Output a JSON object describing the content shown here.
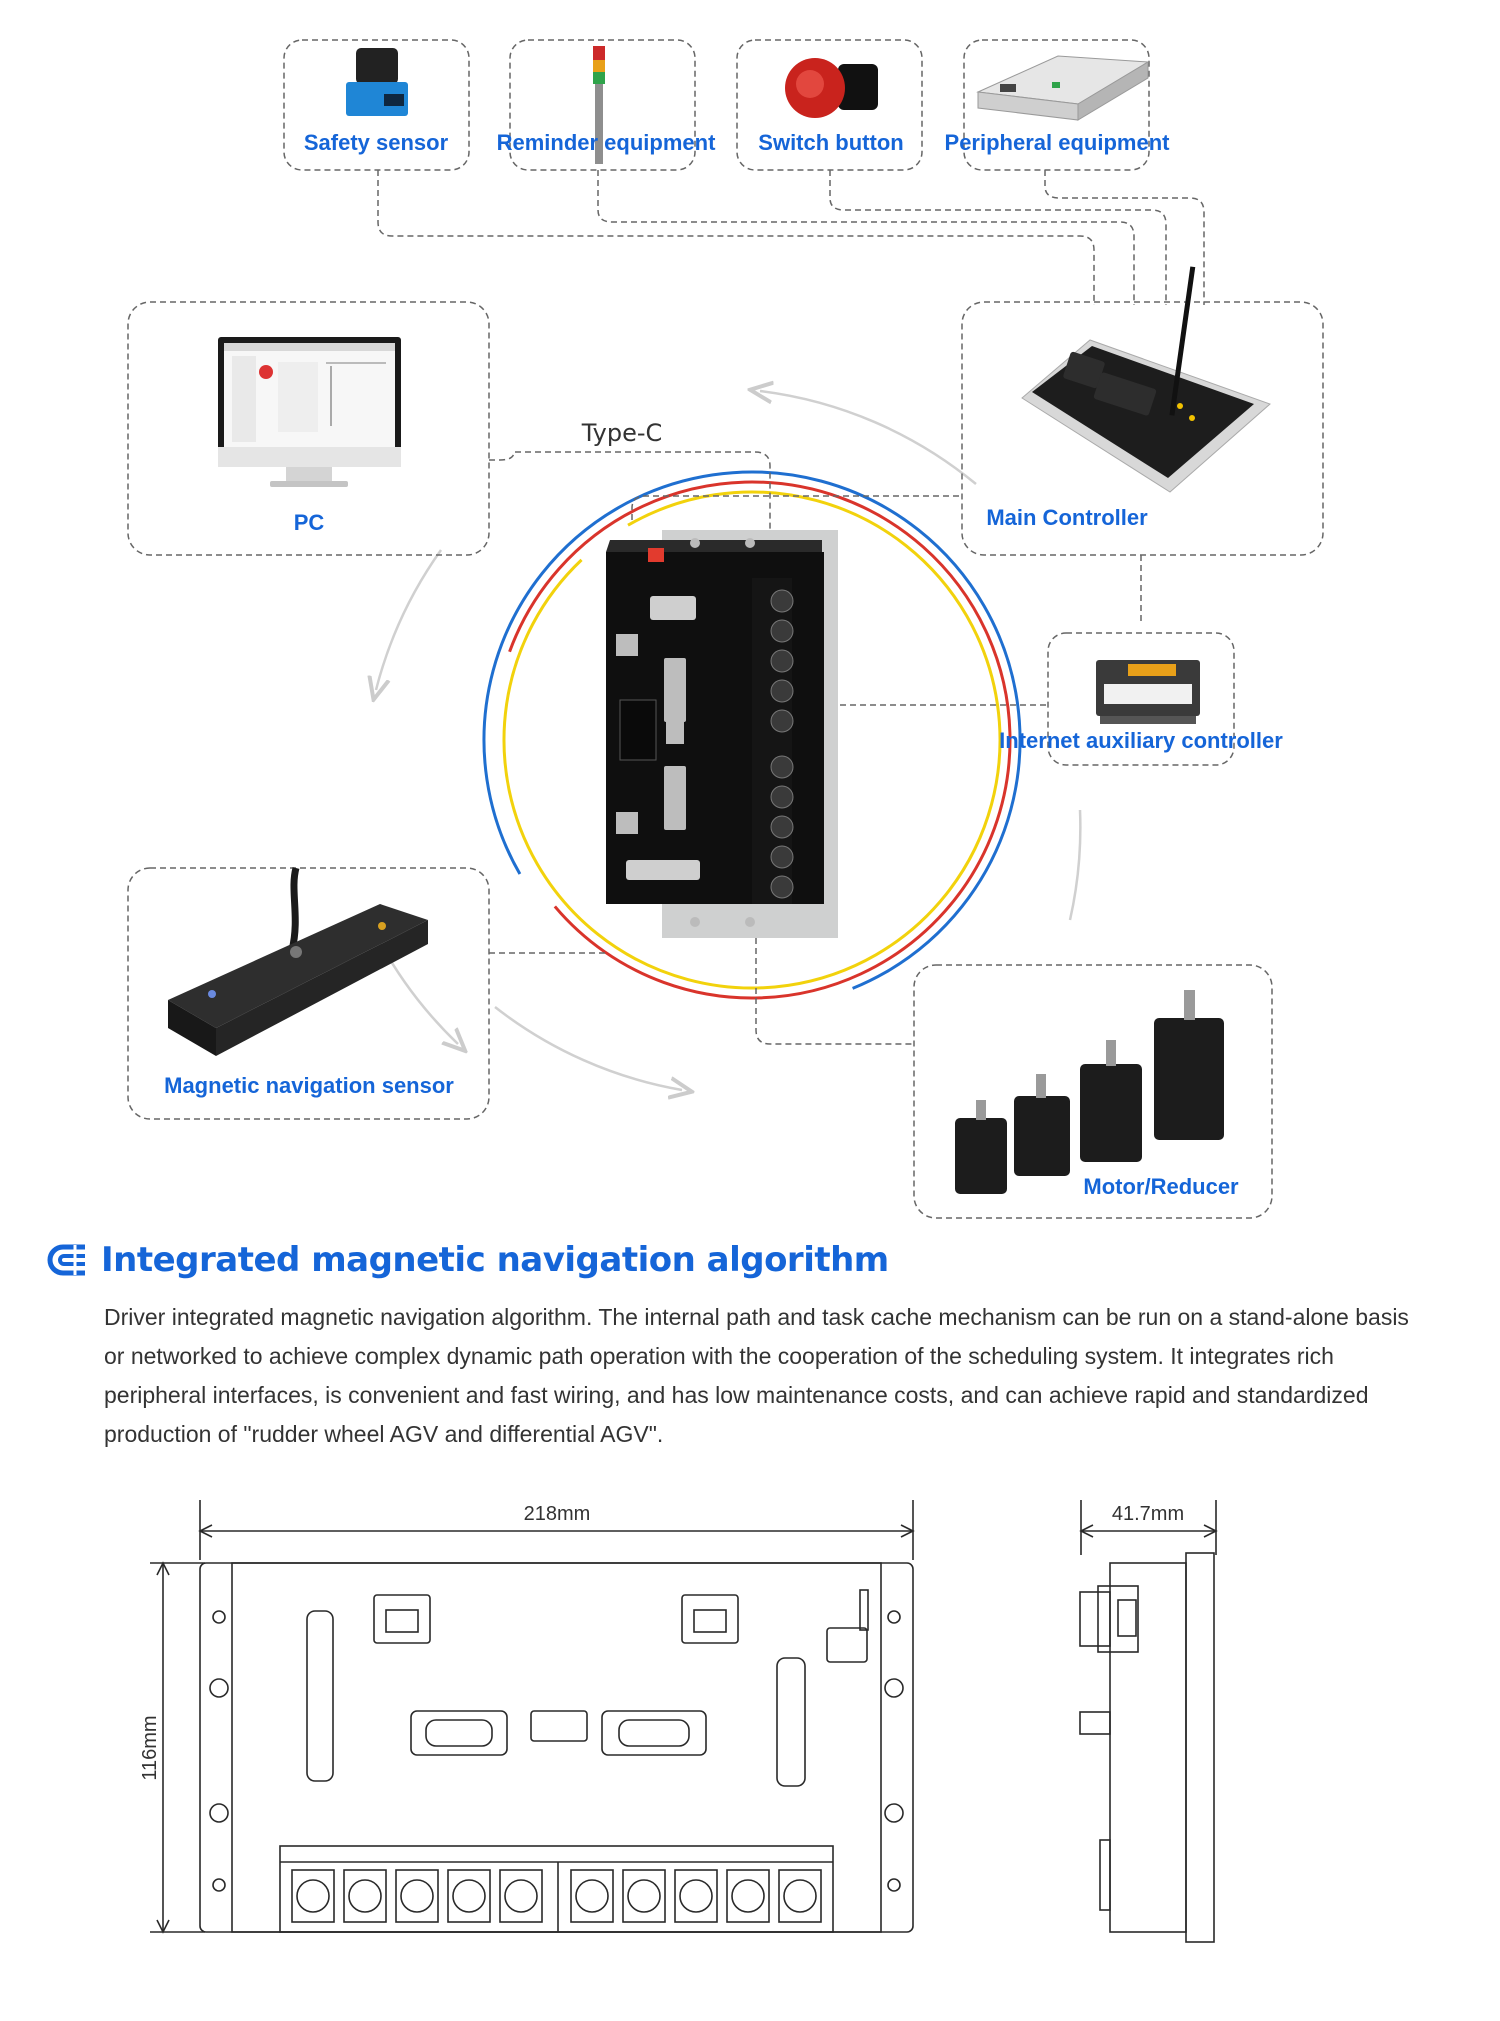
{
  "colors": {
    "accent": "#1565d8",
    "dash_line": "#555555",
    "ring_blue": "#1f6fd0",
    "ring_red": "#d9342b",
    "ring_yellow": "#f2d20c",
    "body_text": "#333333"
  },
  "topology": {
    "nodes": {
      "safety_sensor": "Safety sensor",
      "reminder_equipment": "Reminder equipment",
      "switch_button": "Switch button",
      "peripheral_equipment": "Peripheral equipment",
      "pc": "PC",
      "main_controller": "Main Controller",
      "internet_aux_controller": "Internet auxiliary controller",
      "magnetic_nav_sensor": "Magnetic navigation sensor",
      "motor_reducer": "Motor/Reducer"
    },
    "type_c_label": "Type-C"
  },
  "section": {
    "icon": "magnet-icon",
    "title": "Integrated magnetic navigation algorithm",
    "description": "Driver integrated magnetic navigation algorithm. The internal path and task cache mechanism can be run on a stand-alone basis or networked to achieve complex dynamic path operation with the cooperation of the scheduling system. It integrates rich peripheral interfaces, is convenient and fast wiring, and has low maintenance costs, and can achieve rapid and standardized production of \"rudder wheel AGV and differential AGV\"."
  },
  "dimensions": {
    "width": "218mm",
    "height": "116mm",
    "depth": "41.7mm"
  }
}
